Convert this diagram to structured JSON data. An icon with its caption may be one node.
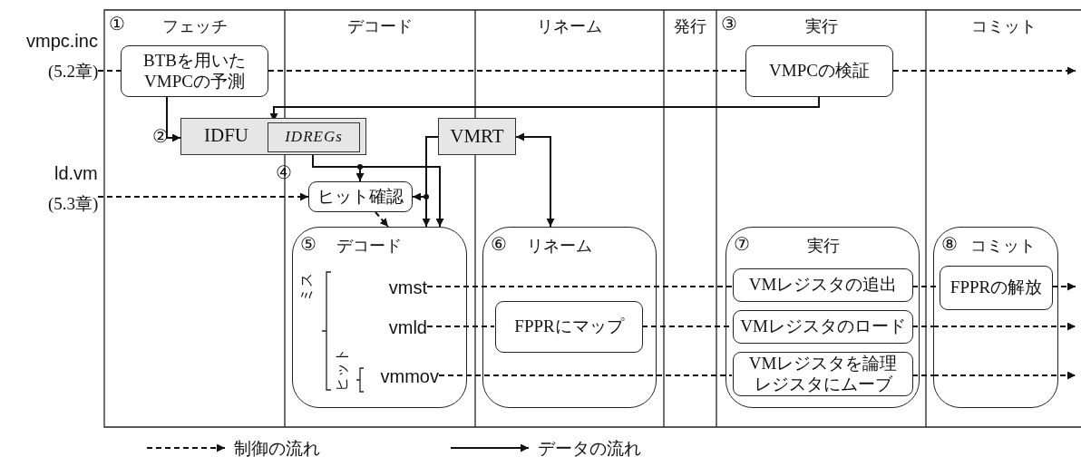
{
  "diagram": {
    "nodes": [
      {
        "text": [
          "vmpc.inc",
          "(5.2章)"
        ]
      },
      {
        "text": [
          "BTBを用いたVMPCの予測"
        ]
      },
      {
        "text": [
          "VMPCの検証"
        ]
      },
      {
        "text": [
          "IDFU"
        ],
        "beside": [
          "②"
        ]
      },
      {
        "text": [
          "IDREGs"
        ],
        "in": 3
      },
      {
        "text": [
          "VMRT"
        ]
      },
      {
        "text": [
          "ld.vm",
          "(5.3章)"
        ]
      },
      {
        "text": [
          "ヒット確認"
        ],
        "beside": [
          "④"
        ]
      },
      {
        "text": [
          "⑤",
          "デコード",
          "ミス",
          "ヒット"
        ]
      },
      {
        "text": [
          "vmst"
        ],
        "in": 8
      },
      {
        "text": [
          "vmld"
        ],
        "in": 8
      },
      {
        "text": [
          "vmmov"
        ],
        "in": 8
      },
      {
        "text": [
          "⑥",
          "リネーム"
        ]
      },
      {
        "text": [
          "FPPRにマップ"
        ],
        "in": 12
      },
      {
        "text": [
          "⑦",
          "実行"
        ]
      },
      {
        "text": [
          "VMレジスタの追出"
        ],
        "in": 14
      },
      {
        "text": [
          "VMレジスタのロード"
        ],
        "in": 14
      },
      {
        "text": [
          "VMレジスタを論理レジスタにムーブ"
        ],
        "in": 14
      },
      {
        "text": [
          "⑧",
          "コミット"
        ]
      },
      {
        "text": [
          "FPPRの解放"
        ],
        "in": 18
      }
    ],
    "edges": [
      {
        "from": 0,
        "to": 1,
        "arrow": "none",
        "style": "dashed"
      },
      {
        "from": 1,
        "to": 2,
        "arrow": "none",
        "style": "dashed"
      },
      {
        "from": 2,
        "to": null,
        "arrow": "to",
        "style": "dashed"
      },
      {
        "from": 1,
        "to": 3,
        "arrow": "to"
      },
      {
        "from": 2,
        "to": 4,
        "arrow": "to"
      },
      {
        "from": 4,
        "to": 7,
        "arrow": "to"
      },
      {
        "from": 4,
        "to": 8,
        "arrow": "to"
      },
      {
        "from": 5,
        "to": 8,
        "arrow": "to"
      },
      {
        "from": 5,
        "to": 7,
        "arrow": "to"
      },
      {
        "from": 5,
        "to": 12,
        "arrow": "both"
      },
      {
        "from": 6,
        "to": 7,
        "arrow": "to",
        "style": "dashed"
      },
      {
        "from": 7,
        "to": 8,
        "arrow": "to",
        "style": "dashed"
      },
      {
        "from": 9,
        "to": 15,
        "arrow": "none",
        "style": "dashed"
      },
      {
        "from": 15,
        "to": 19,
        "arrow": "none",
        "style": "dashed"
      },
      {
        "from": 19,
        "to": null,
        "arrow": "to",
        "style": "dashed"
      },
      {
        "from": 10,
        "to": 13,
        "arrow": "none",
        "style": "dashed"
      },
      {
        "from": 13,
        "to": 16,
        "arrow": "none",
        "style": "dashed"
      },
      {
        "from": 16,
        "to": 18,
        "arrow": "none",
        "style": "dashed"
      },
      {
        "from": 18,
        "to": null,
        "arrow": "to",
        "style": "dashed"
      },
      {
        "from": 11,
        "to": 17,
        "arrow": "none",
        "style": "dashed"
      },
      {
        "from": 17,
        "to": 18,
        "arrow": "none",
        "style": "dashed"
      },
      {
        "from": 18,
        "to": null,
        "arrow": "to",
        "style": "dashed"
      }
    ],
    "labels": [
      "①",
      "フェッチ",
      "デコード",
      "リネーム",
      "発行",
      "③",
      "実行",
      "コミット"
    ],
    "legend": [
      {
        "text": "制御の流れ"
      },
      {
        "text": "データの流れ"
      }
    ]
  }
}
